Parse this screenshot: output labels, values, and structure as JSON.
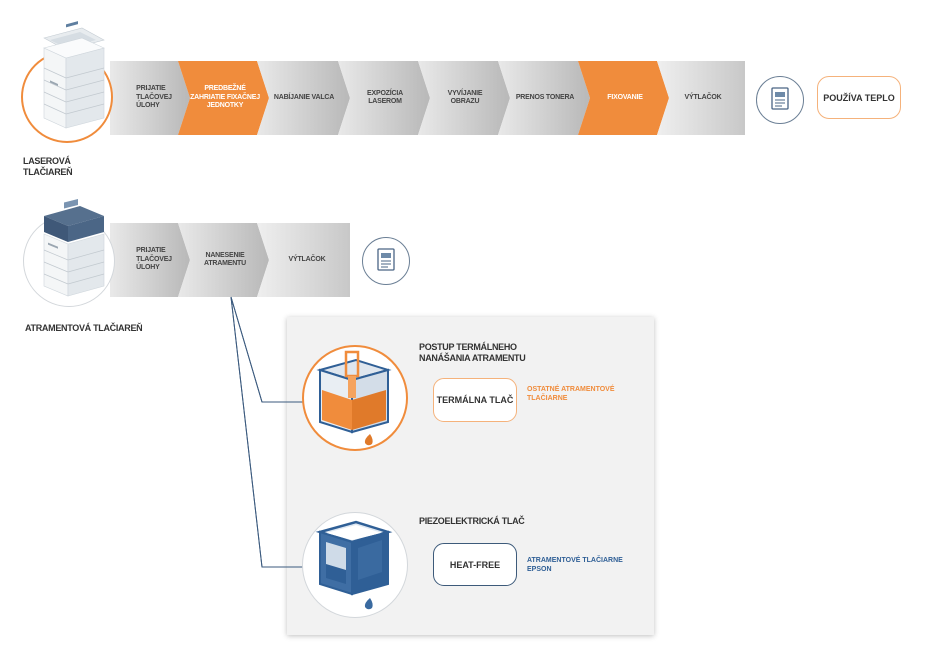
{
  "laser": {
    "caption_line1": "LASEROVÁ",
    "caption_line2": "TLAČIAREŇ",
    "steps": [
      {
        "line1": "PRIJATIE",
        "line2": "TLAČOVEJ",
        "line3": "ÚLOHY"
      },
      {
        "line1": "PREDBEŽNÉ",
        "line2": "ZAHRIATIE FIXAČNEJ",
        "line3": "JEDNOTKY"
      },
      {
        "line1": "NABÍJANIE VALCA",
        "line2": "",
        "line3": ""
      },
      {
        "line1": "EXPOZÍCIA",
        "line2": "LASEROM",
        "line3": ""
      },
      {
        "line1": "VYVÍJANIE",
        "line2": "OBRAZU",
        "line3": ""
      },
      {
        "line1": "PRENOS TONERA",
        "line2": "",
        "line3": ""
      },
      {
        "line1": "FIXOVANIE",
        "line2": "",
        "line3": ""
      },
      {
        "line1": "VÝTLAČOK",
        "line2": "",
        "line3": ""
      }
    ],
    "heat_label": "POUŽÍVA TEPLO"
  },
  "inkjet": {
    "caption": "ATRAMENTOVÁ TLAČIAREŇ",
    "steps": [
      {
        "line1": "PRIJATIE",
        "line2": "TLAČOVEJ",
        "line3": "ÚLOHY"
      },
      {
        "line1": "NANESENIE",
        "line2": "ATRAMENTU",
        "line3": ""
      },
      {
        "line1": "VÝTLAČOK",
        "line2": "",
        "line3": ""
      }
    ]
  },
  "thermal": {
    "title_line1": "POSTUP TERMÁLNEHO",
    "title_line2": "NANÁŠANIA ATRAMENTU",
    "pill": "TERMÁLNA TLAČ",
    "note_line1": "OSTATNÉ ATRAMENTOVÉ",
    "note_line2": "TLAČIARNE"
  },
  "piezo": {
    "title": "PIEZOELEKTRICKÁ TLAČ",
    "pill": "HEAT-FREE",
    "note_line1": "ATRAMENTOVÉ TLAČIARNE",
    "note_line2": "EPSON"
  },
  "colors": {
    "orange": "#f08c3c",
    "gray_light": "#e6e6e6",
    "gray_dark": "#b9b9b9",
    "blue": "#2f5f96",
    "navy": "#35506e"
  },
  "icons": [
    "laser-printer-icon",
    "inkjet-printer-icon",
    "document-icon",
    "thermal-head-icon",
    "piezo-head-icon",
    "ink-drop-icon"
  ]
}
